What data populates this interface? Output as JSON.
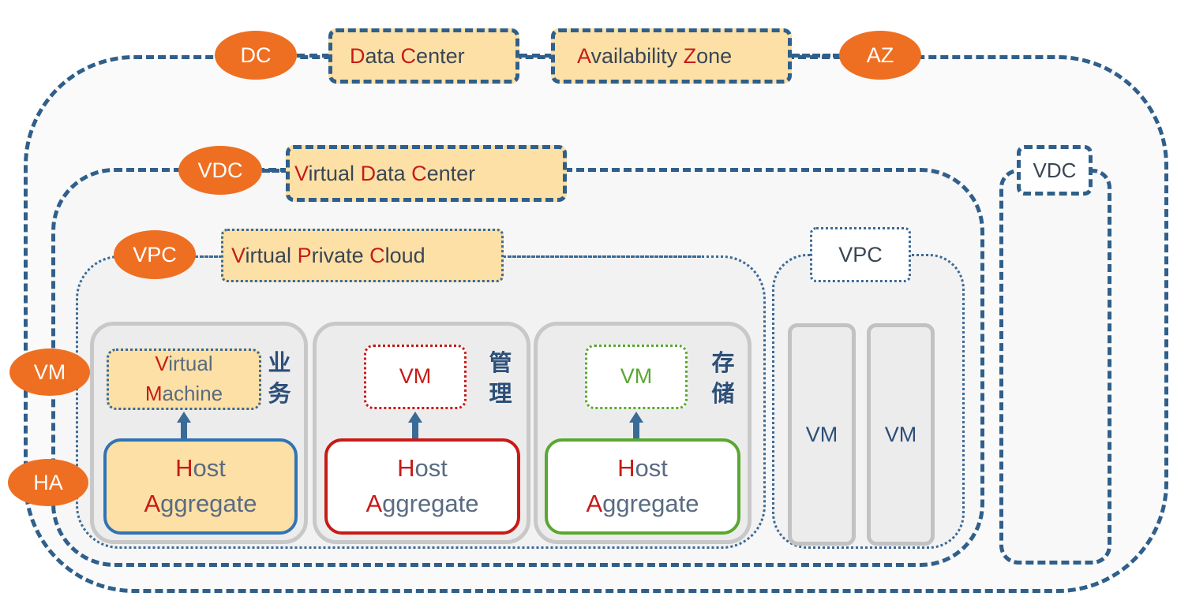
{
  "labels": {
    "dc": "DC",
    "az": "AZ",
    "vdc": "VDC",
    "vpc": "VPC",
    "vm": "VM",
    "ha": "HA"
  },
  "tags": {
    "data_center": {
      "h1": "D",
      "t1": "ata ",
      "h2": "C",
      "t2": "enter"
    },
    "availability_zone": {
      "h1": "A",
      "t1": "vailability ",
      "h2": "Z",
      "t2": "one"
    },
    "virtual_data_center": {
      "h1": "V",
      "t1": "irtual ",
      "h2": "D",
      "t2": "ata ",
      "h3": "C",
      "t3": "enter"
    },
    "virtual_private_cloud": {
      "h1": "V",
      "t1": "irtual ",
      "h2": "P",
      "t2": "rivate ",
      "h3": "C",
      "t3": "loud"
    }
  },
  "side_vdc": "VDC",
  "side_vpc": "VPC",
  "groups": [
    {
      "vm_h1": "V",
      "vm_t1": "irtual",
      "vm_h2": "M",
      "vm_t2": "achine",
      "cn_1": "业",
      "cn_2": "务",
      "ha_h1": "H",
      "ha_t1": "ost",
      "ha_h2": "A",
      "ha_t2": "ggregate",
      "color": "#2f74b5"
    },
    {
      "vm": "VM",
      "cn_1": "管",
      "cn_2": "理",
      "ha_h1": "H",
      "ha_t1": "ost",
      "ha_h2": "A",
      "ha_t2": "ggregate",
      "color": "#c61b16"
    },
    {
      "vm": "VM",
      "cn_1": "存",
      "cn_2": "储",
      "ha_h1": "H",
      "ha_t1": "ost",
      "ha_h2": "A",
      "ha_t2": "ggregate",
      "color": "#59a82f"
    }
  ],
  "extra_vms": [
    "VM",
    "VM"
  ],
  "colors": {
    "orange": "#ee6f22",
    "tag_fill": "#fde0a6",
    "dash_blue": "#2f5f8a",
    "highlight_red": "#c61b16"
  }
}
